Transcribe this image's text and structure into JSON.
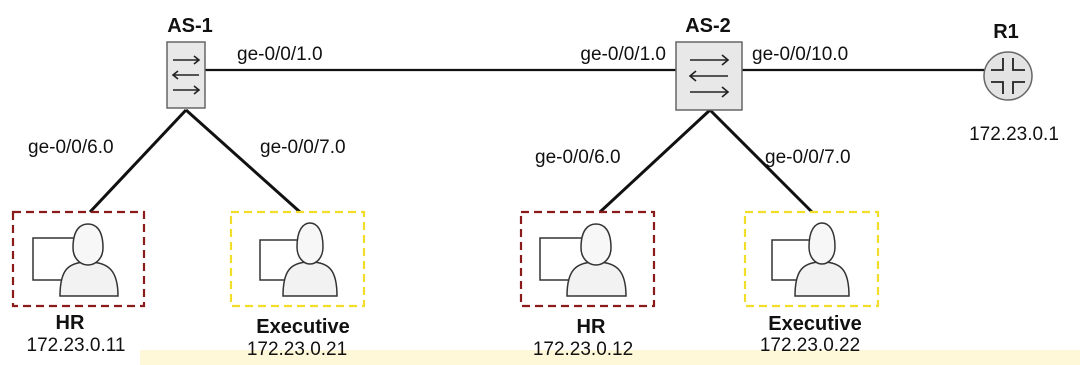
{
  "diagram": {
    "switches": [
      {
        "id": "as1",
        "name": "AS-1"
      },
      {
        "id": "as2",
        "name": "AS-2"
      }
    ],
    "router": {
      "id": "r1",
      "name": "R1",
      "ip": "172.23.0.1"
    },
    "hosts": [
      {
        "id": "hr1",
        "label": "HR",
        "ip": "172.23.0.11",
        "group": "hr"
      },
      {
        "id": "exec1",
        "label": "Executive",
        "ip": "172.23.0.21",
        "group": "executive"
      },
      {
        "id": "hr2",
        "label": "HR",
        "ip": "172.23.0.12",
        "group": "hr"
      },
      {
        "id": "exec2",
        "label": "Executive",
        "ip": "172.23.0.22",
        "group": "executive"
      }
    ],
    "links": [
      {
        "id": "as1-as2",
        "from": "AS-1",
        "to": "AS-2",
        "from_if": "ge-0/0/1.0",
        "to_if": "ge-0/0/1.0"
      },
      {
        "id": "as2-r1",
        "from": "AS-2",
        "to": "R1",
        "from_if": "ge-0/0/10.0"
      },
      {
        "id": "as1-hr1",
        "from": "AS-1",
        "to": "HR",
        "from_if": "ge-0/0/6.0"
      },
      {
        "id": "as1-exec1",
        "from": "AS-1",
        "to": "Executive",
        "from_if": "ge-0/0/7.0"
      },
      {
        "id": "as2-hr2",
        "from": "AS-2",
        "to": "HR",
        "from_if": "ge-0/0/6.0"
      },
      {
        "id": "as2-exec2",
        "from": "AS-2",
        "to": "Executive",
        "from_if": "ge-0/0/7.0"
      }
    ],
    "colors": {
      "hr_border": "#8b1a1a",
      "executive_border": "#f2de2a",
      "link": "#111111",
      "device_fill": "#e8e8e8",
      "device_stroke": "#666666",
      "highlight_band": "#fff8d8"
    }
  }
}
